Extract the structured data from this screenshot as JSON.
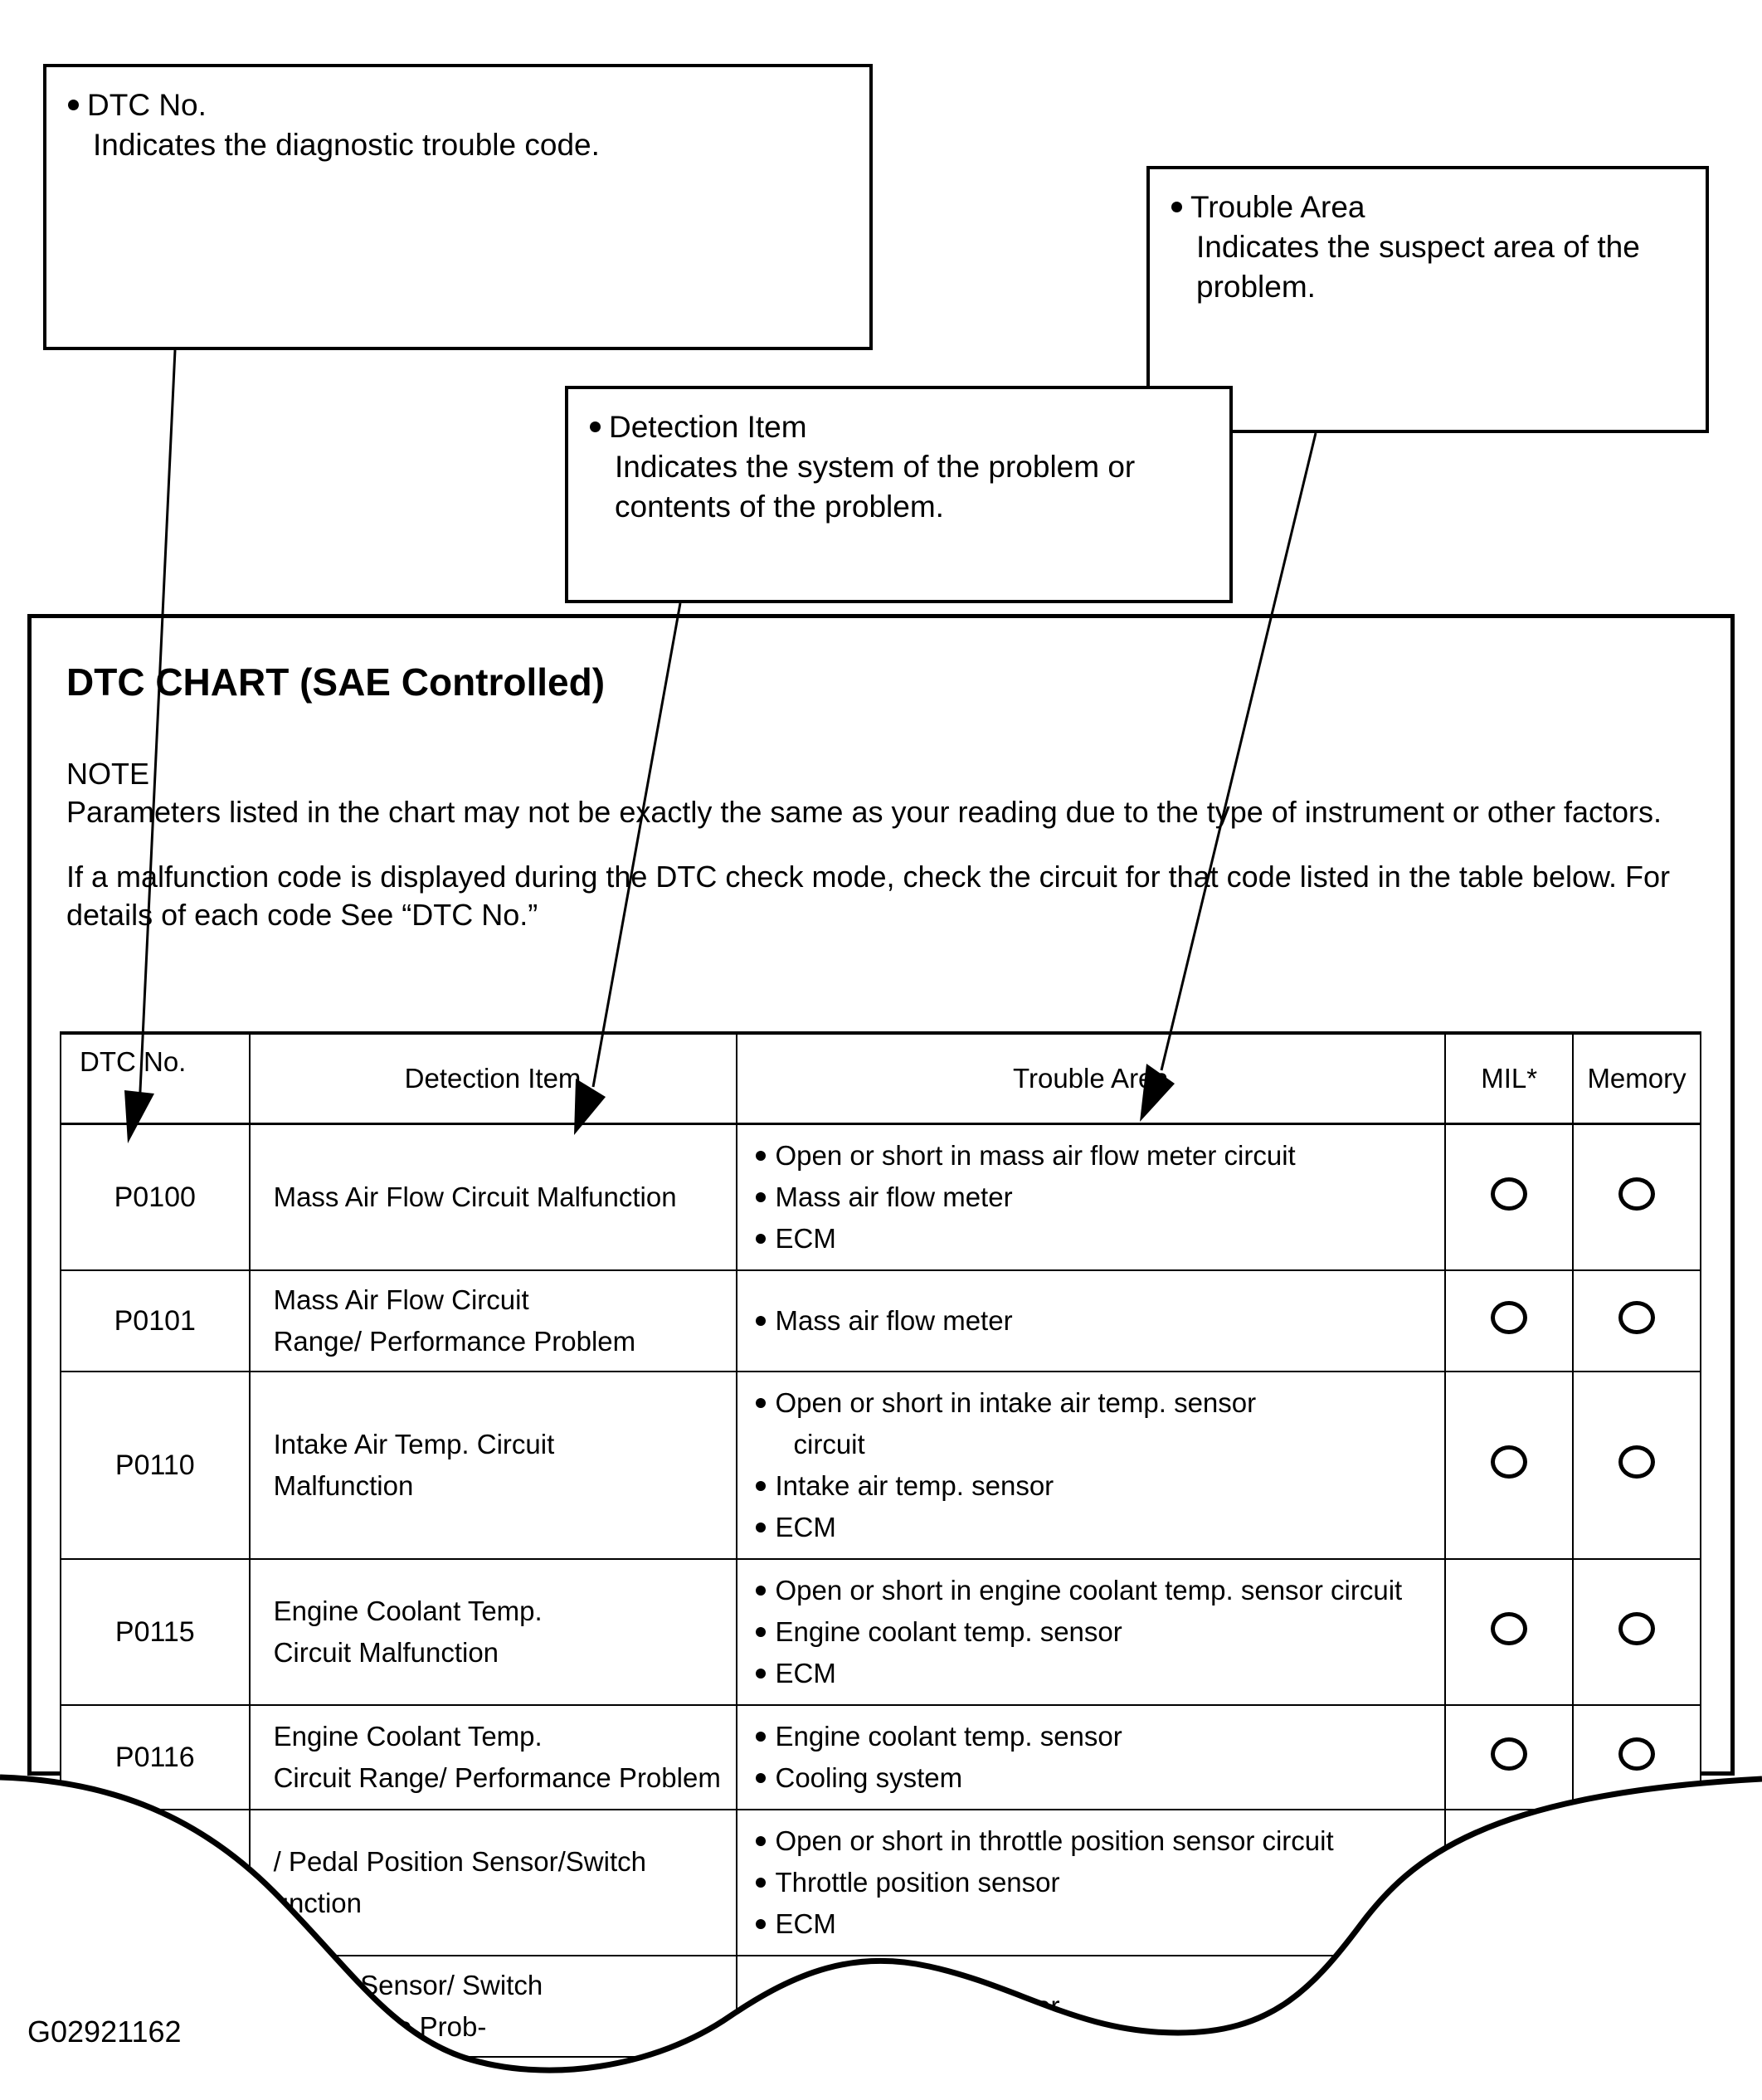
{
  "callouts": [
    {
      "id": "dtc-no",
      "head": "DTC No.",
      "body": "Indicates the diagnostic trouble code."
    },
    {
      "id": "trouble-area",
      "head": "Trouble Area",
      "body_line1": "Indicates the suspect area of the",
      "body_line2": "problem."
    },
    {
      "id": "detection-item",
      "head": "Detection Item",
      "body_line1": "Indicates the system of the problem or",
      "body_line2": "contents of the problem."
    }
  ],
  "chart": {
    "title": "DTC CHART (SAE Controlled)",
    "note_label": "NOTE",
    "note_paragraph1": "Parameters listed in the chart may not be exactly the same as your reading due to the type of instrument or other factors.",
    "note_paragraph2": "If a malfunction code is displayed during the DTC check mode, check the circuit for that code listed in the table below. For details of each code See  “DTC No.”"
  },
  "table": {
    "headers": {
      "code": "DTC No.",
      "item": "Detection Item",
      "area": "Trouble Area",
      "mil": "MIL*",
      "memory": "Memory"
    },
    "rows": [
      {
        "code": "P0100",
        "item_lines": [
          "Mass Air Flow Circuit Malfunction"
        ],
        "area_items": [
          {
            "text": "Open or short in mass air flow meter circuit",
            "cont": null
          },
          {
            "text": "Mass air flow meter",
            "cont": null
          },
          {
            "text": "ECM",
            "cont": null
          }
        ],
        "mil": "○",
        "memory": "○"
      },
      {
        "code": "P0101",
        "item_lines": [
          "Mass Air Flow Circuit",
          "Range/ Performance Problem"
        ],
        "area_items": [
          {
            "text": "Mass air flow meter",
            "cont": null
          }
        ],
        "mil": "○",
        "memory": "○"
      },
      {
        "code": "P0110",
        "item_lines": [
          "Intake Air Temp. Circuit",
          "Malfunction"
        ],
        "area_items": [
          {
            "text": "Open or short in intake air temp. sensor",
            "cont": "circuit"
          },
          {
            "text": "Intake air temp. sensor",
            "cont": null
          },
          {
            "text": "ECM",
            "cont": null
          }
        ],
        "mil": "○",
        "memory": "○"
      },
      {
        "code": "P0115",
        "item_lines": [
          "Engine Coolant Temp.",
          "Circuit Malfunction"
        ],
        "area_items": [
          {
            "text": "Open or short in engine coolant temp. sensor circuit",
            "cont": null
          },
          {
            "text": "Engine coolant temp. sensor",
            "cont": null
          },
          {
            "text": "ECM",
            "cont": null
          }
        ],
        "mil": "○",
        "memory": "○"
      },
      {
        "code": "P0116",
        "item_lines": [
          "Engine Coolant Temp.",
          "Circuit Range/ Performance Problem"
        ],
        "area_items": [
          {
            "text": "Engine coolant temp. sensor",
            "cont": null
          },
          {
            "text": "Cooling system",
            "cont": null
          }
        ],
        "mil": "○",
        "memory": "○"
      },
      {
        "code": "",
        "item_lines": [
          "/ Pedal Position Sensor/Switch",
          "unction"
        ],
        "area_items": [
          {
            "text": "Open or short in throttle position sensor circuit",
            "cont": null
          },
          {
            "text": "Throttle position sensor",
            "cont": null
          },
          {
            "text": "ECM",
            "cont": null
          }
        ],
        "mil": "",
        "memory": ""
      },
      {
        "code": "",
        "item_lines": [
          "osition Sensor/ Switch",
          "erformance Prob-"
        ],
        "area_items": [
          {
            "text": "Throttle position sensor",
            "cont": null
          }
        ],
        "mil": "",
        "memory": ""
      }
    ]
  },
  "figure_id": "G02921162",
  "colors": {
    "ink": "#000000",
    "paper": "#ffffff"
  }
}
